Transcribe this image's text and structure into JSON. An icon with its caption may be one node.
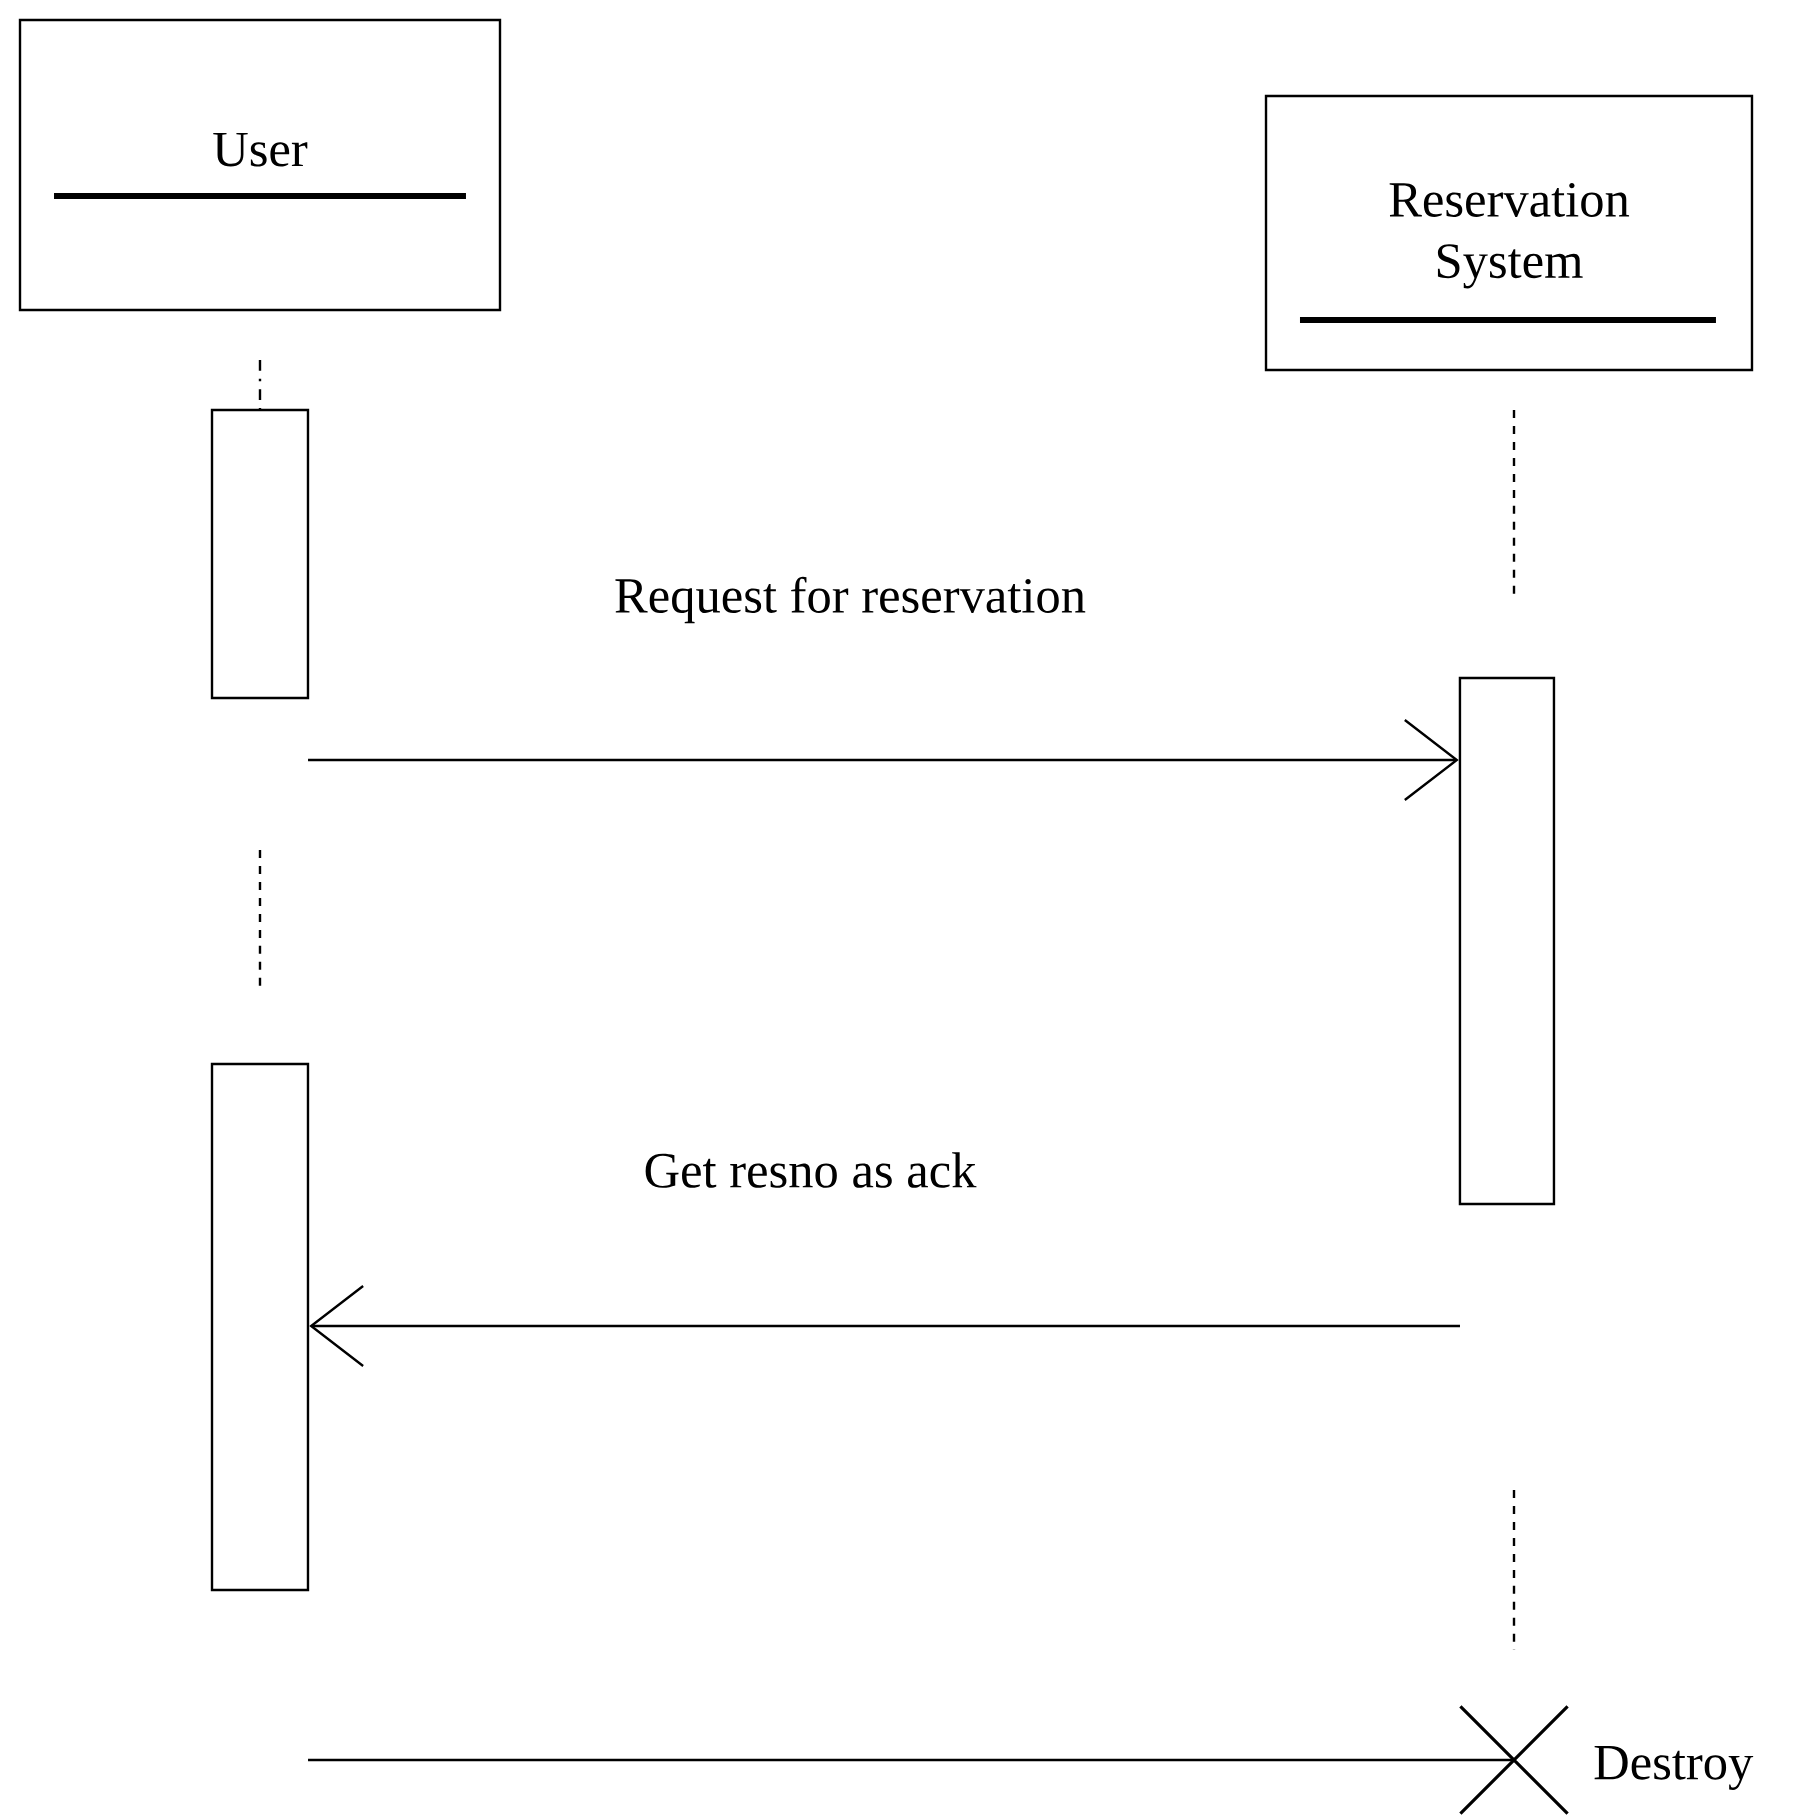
{
  "diagram": {
    "nodes": [
      {
        "text": [
          "User"
        ]
      },
      {
        "text": [
          "Reservation System"
        ]
      },
      {
        "text": [],
        "shape": "box"
      },
      {
        "text": [],
        "shape": "box"
      },
      {
        "text": [],
        "shape": "box"
      },
      {
        "text": [],
        "shape": "cross",
        "beside": [
          "Destroy"
        ]
      }
    ],
    "edges": [
      {
        "from": null,
        "to": 3,
        "arrow": "to",
        "label": "Request for reservation"
      },
      {
        "from": null,
        "to": 4,
        "arrow": "to",
        "label": "Get resno as ack"
      },
      {
        "from": null,
        "to": 5,
        "arrow": "none"
      }
    ]
  }
}
